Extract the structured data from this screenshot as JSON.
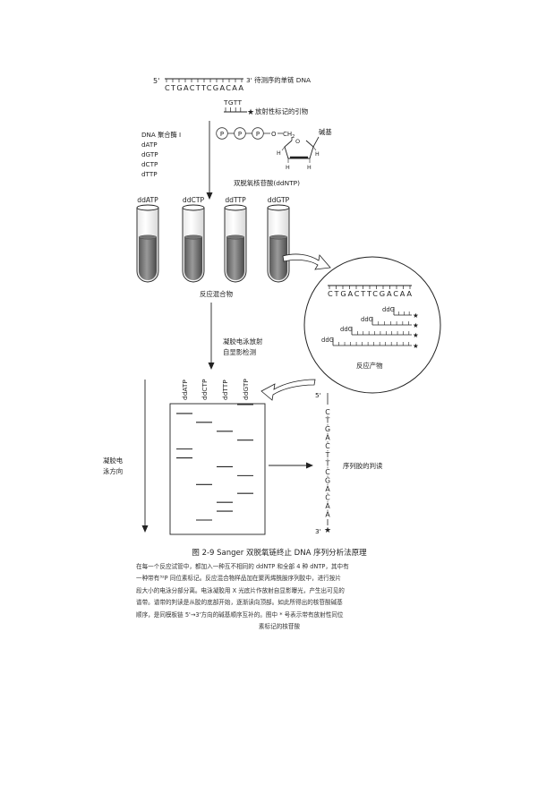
{
  "template": {
    "five_prime": "5'",
    "three_prime": "3'",
    "sequence": "CTGACTTCGACAA",
    "template_label": "3' 待测序的单链 DNA"
  },
  "primer": {
    "sequence": "TGTT",
    "label": "放射性标记的引物"
  },
  "reagents": {
    "polymerase": "DNA 聚合酶 I",
    "dntps": [
      "dATP",
      "dGTP",
      "dCTP",
      "dTTP"
    ]
  },
  "ddntp": {
    "phosphates": [
      "P",
      "P",
      "P"
    ],
    "o_label": "O",
    "ch2_label": "CH",
    "ch2_sub": "2",
    "base_label": "碱基",
    "h_labels": [
      "H",
      "H",
      "H",
      "H"
    ],
    "caption": "双脱氧核苷酸(ddNTP)"
  },
  "tubes": {
    "labels": [
      "ddATP",
      "ddCTP",
      "ddTTP",
      "ddGTP"
    ],
    "caption": "反应混合物"
  },
  "zoom": {
    "sequence": "CTGACTTCGACAA",
    "fragment_label": "ddG",
    "fragment_count": 4,
    "caption": "反应产物"
  },
  "electrophoresis": {
    "line1": "凝胶电泳放射",
    "line2": "自显影检测"
  },
  "gel": {
    "lanes": [
      "ddATP",
      "ddCTP",
      "ddTTP",
      "ddGTP"
    ],
    "bands": [
      {
        "lane": 3,
        "rank": 1
      },
      {
        "lane": 0,
        "rank": 2
      },
      {
        "lane": 1,
        "rank": 3
      },
      {
        "lane": 2,
        "rank": 4
      },
      {
        "lane": 3,
        "rank": 5
      },
      {
        "lane": 0,
        "rank": 6
      },
      {
        "lane": 0,
        "rank": 7
      },
      {
        "lane": 2,
        "rank": 8
      },
      {
        "lane": 3,
        "rank": 9
      },
      {
        "lane": 1,
        "rank": 10
      },
      {
        "lane": 3,
        "rank": 11
      },
      {
        "lane": 2,
        "rank": 12
      },
      {
        "lane": 2,
        "rank": 13
      },
      {
        "lane": 1,
        "rank": 14
      }
    ],
    "direction_line1": "凝胶电",
    "direction_line2": "泳方向",
    "read_label": "序列胶的判读"
  },
  "readout": {
    "five_prime": "5'",
    "three_prime": "3'",
    "bases": [
      "C",
      "T",
      "G",
      "A",
      "C",
      "T",
      "T",
      "C",
      "G",
      "A",
      "C",
      "A",
      "A"
    ]
  },
  "caption": {
    "title": "图 2-9 Sanger 双脱氧链终止 DNA 序列分析法原理",
    "lines": [
      "在每一个反应试管中，都加入一种互不相同的 ddNTP 和全部 4 种 dNTP，其中有",
      "一种带有³²P 同位素标记。反应混合物样品加在聚丙烯酰胺序列胶中，进行按片",
      "段大小的电泳分部分离。电泳凝胶用 X 光底片作放射自显影曝光，产生出可见的",
      "谱带。谱带的判读是从胶的底部开始，逐渐读向顶部。如此所得出的核苷酸碱基",
      "顺序，是同模板链 5'→3'方向的碱基顺序互补的。图中 * 号表示带有放射性同位",
      "素标记的核苷酸"
    ]
  }
}
